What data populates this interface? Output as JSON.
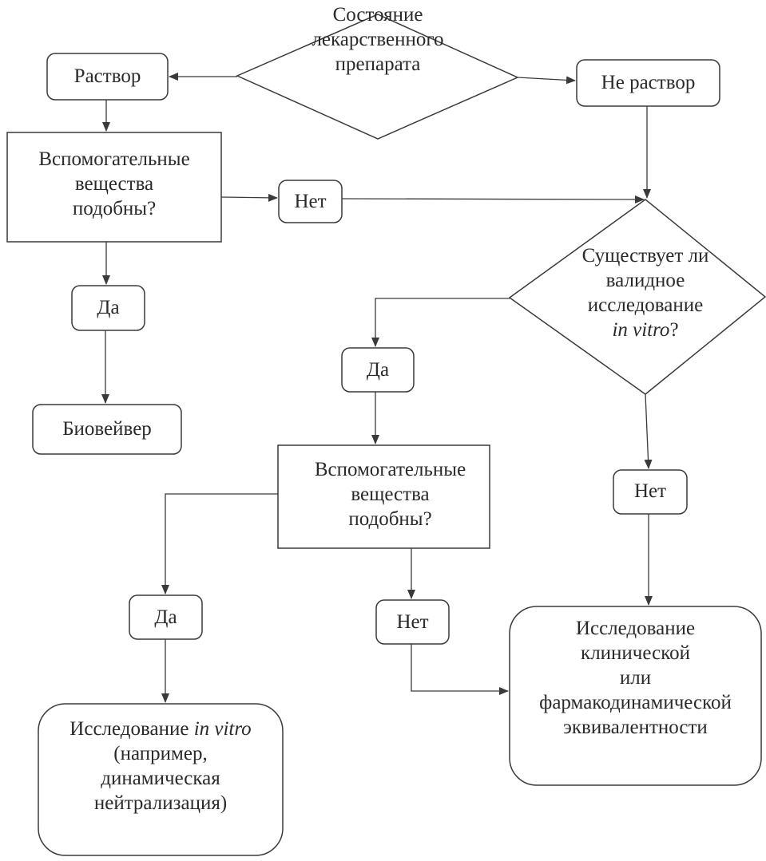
{
  "nodes": {
    "drug_state": {
      "lines": [
        "Состояние",
        "лекарственного",
        "препарата"
      ]
    },
    "solution": {
      "label": "Раствор"
    },
    "not_solution": {
      "label": "Не раствор"
    },
    "excipients_similar_1": {
      "lines": [
        "Вспомогательные",
        "вещества",
        "подобны?"
      ]
    },
    "no_1": {
      "label": "Нет"
    },
    "yes_1": {
      "label": "Да"
    },
    "biowaiver": {
      "label": "Биовейвер"
    },
    "valid_in_vitro": {
      "line1": "Существует ли",
      "line2": "валидное",
      "line3": "исследование",
      "line4_italic": "in vitro",
      "line4_suffix": "?"
    },
    "yes_2": {
      "label": "Да"
    },
    "no_2": {
      "label": "Нет"
    },
    "excipients_similar_2": {
      "lines": [
        "Вспомогательные",
        "вещества",
        "подобны?"
      ]
    },
    "yes_3": {
      "label": "Да"
    },
    "no_3": {
      "label": "Нет"
    },
    "in_vitro_study": {
      "line1_prefix": "Исследование ",
      "line1_italic": "in vitro",
      "line2": "(например,",
      "line3": "динамическая",
      "line4": "нейтрализация)"
    },
    "equivalence_study": {
      "lines": [
        "Исследование",
        "клинической",
        "или",
        "фармакодинамической",
        "эквивалентности"
      ]
    }
  }
}
